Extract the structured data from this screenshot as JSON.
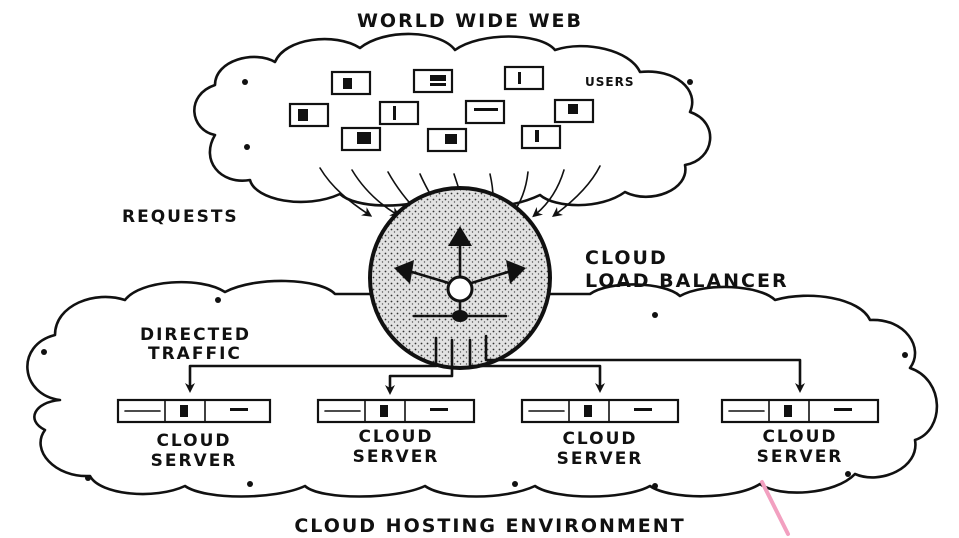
{
  "labels": {
    "www": "WORLD WIDE WEB",
    "users": "USERS",
    "requests": "REQUESTS",
    "balancer_line1": "CLOUD",
    "balancer_line2": "LOAD BALANCER",
    "directed_line1": "DIRECTED",
    "directed_line2": "TRAFFIC",
    "hosting": "CLOUD HOSTING ENVIRONMENT"
  },
  "servers": [
    {
      "line1": "CLOUD",
      "line2": "SERVER"
    },
    {
      "line1": "CLOUD",
      "line2": "SERVER"
    },
    {
      "line1": "CLOUD",
      "line2": "SERVER"
    },
    {
      "line1": "CLOUD",
      "line2": "SERVER"
    }
  ],
  "colors": {
    "ink": "#111111",
    "background": "#ffffff",
    "watermark": "#f2a0c0"
  }
}
